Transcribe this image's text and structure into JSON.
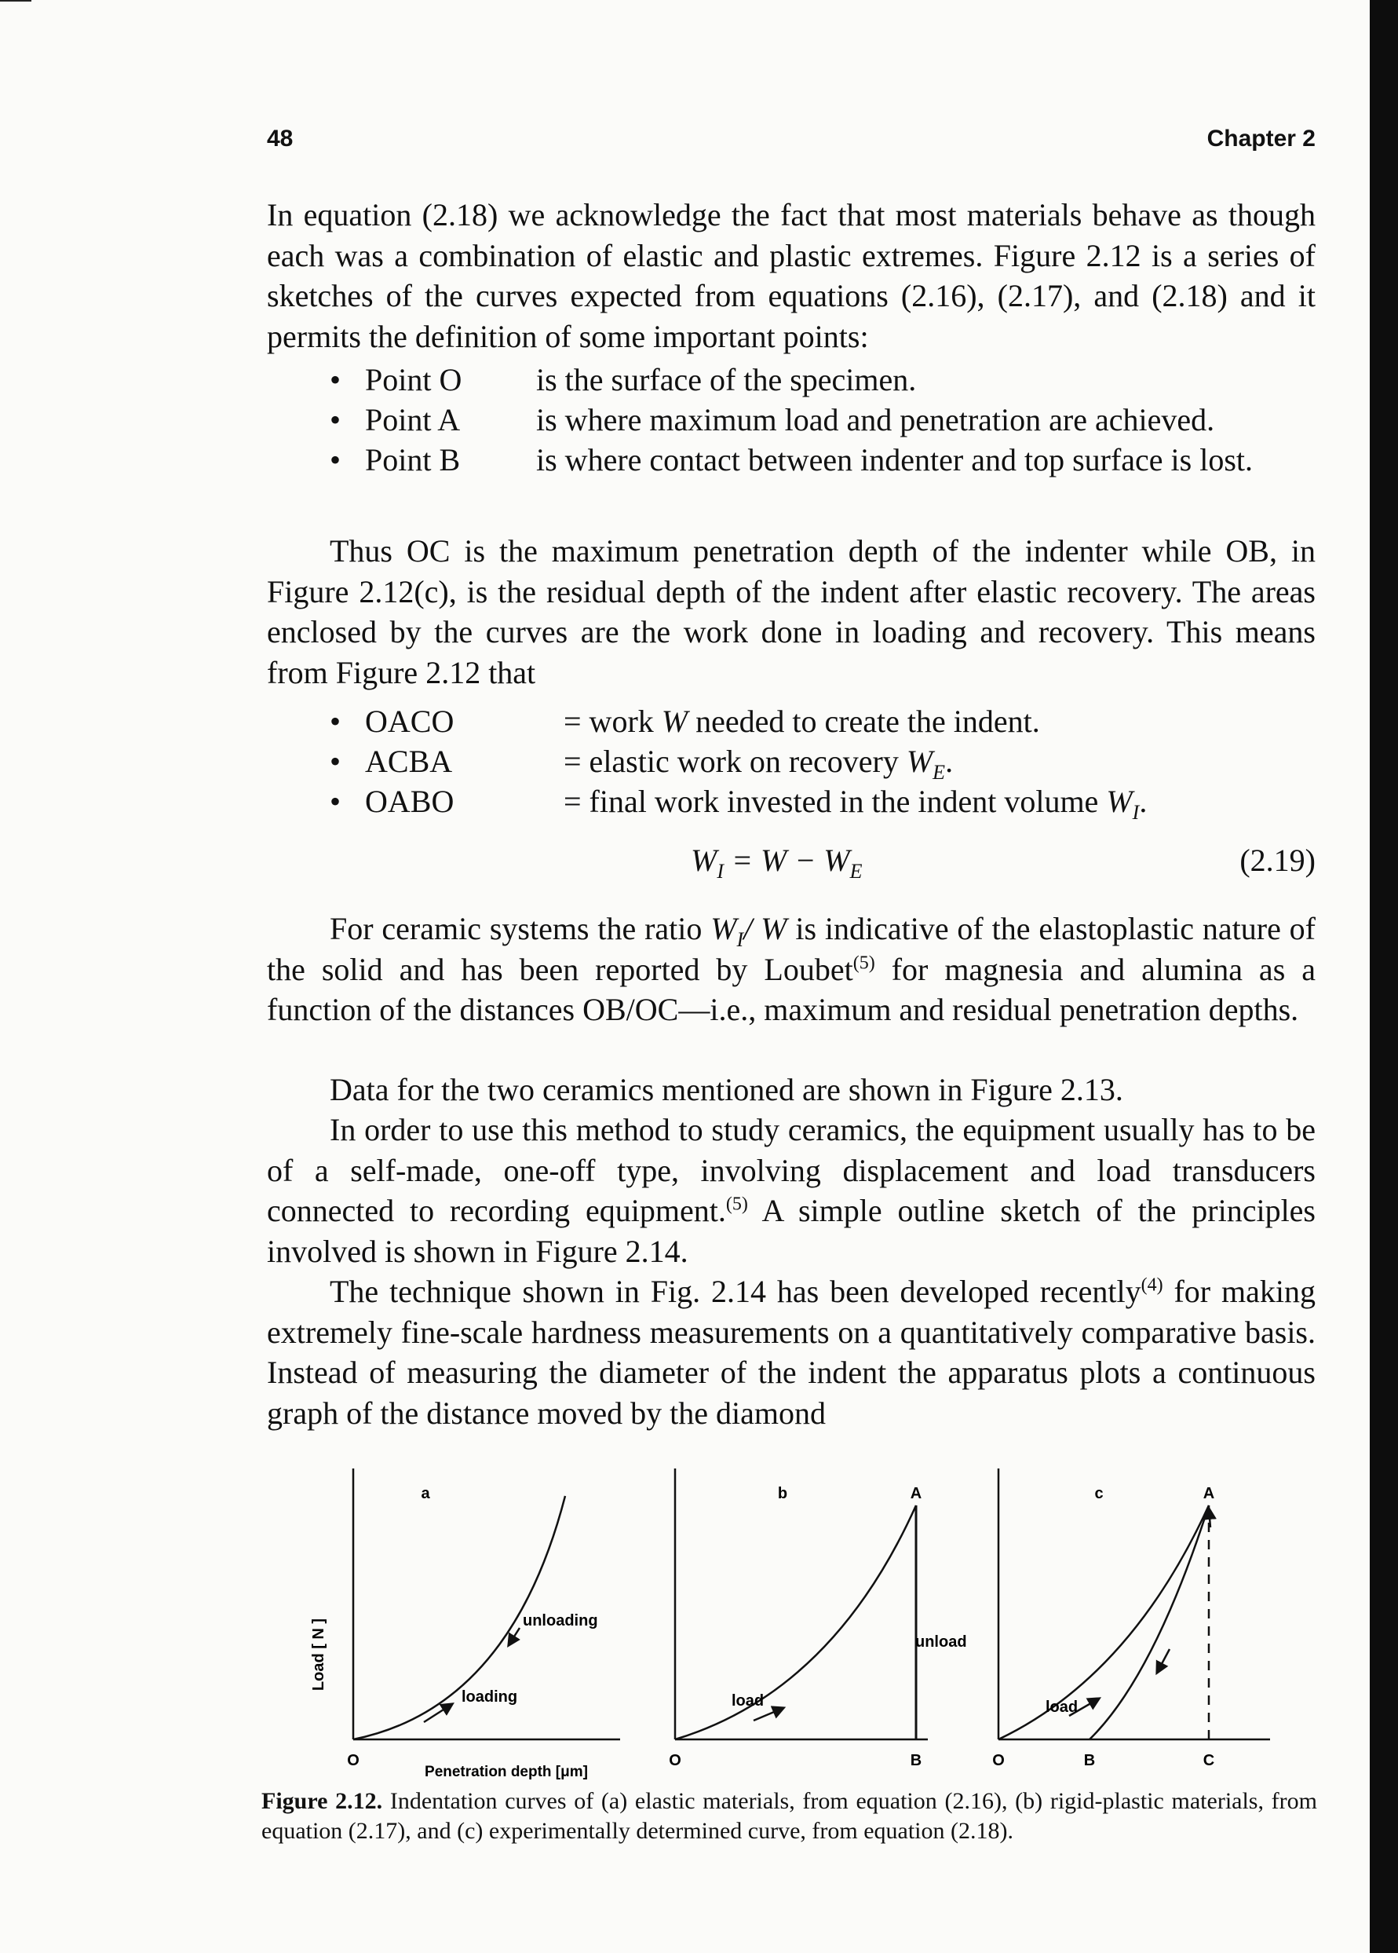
{
  "header": {
    "page_number": "48",
    "chapter": "Chapter 2"
  },
  "para1": "In equation (2.18) we acknowledge the fact that most materials behave as though each was a combination of elastic and plastic extremes. Figure 2.12 is a series of sketches of the curves expected from equations (2.16), (2.17), and (2.18) and it permits the definition of some important points:",
  "points": [
    {
      "term": "Point O",
      "def": "is the surface of the specimen."
    },
    {
      "term": "Point A",
      "def": "is where maximum load and penetration are achieved."
    },
    {
      "term": "Point B",
      "def": "is where contact between indenter and top surface is lost."
    }
  ],
  "para2": "Thus OC is the maximum penetration depth of the indenter while OB, in Figure 2.12(c), is the residual depth of the indent after elastic recovery. The areas enclosed by the curves are the work done in loading and recovery. This means from Figure 2.12 that",
  "works": [
    {
      "term": "OACO",
      "def_pre": "= work ",
      "def_var": "W",
      "def_sub": "",
      "def_post": " needed to create the indent."
    },
    {
      "term": "ACBA",
      "def_pre": "= elastic work on recovery ",
      "def_var": "W",
      "def_sub": "E",
      "def_post": "."
    },
    {
      "term": "OABO",
      "def_pre": "= final work invested in the indent volume ",
      "def_var": "W",
      "def_sub": "I",
      "def_post": "."
    }
  ],
  "equation": {
    "lhs": "W",
    "lhs_sub": "I",
    "mid": " = W − W",
    "rhs_sub": "E",
    "number": "(2.19)"
  },
  "para3": {
    "a": "For ceramic systems the ratio ",
    "ratio": "W",
    "ratio_sub": "I",
    "ratio_post": "/ W",
    "b": " is indicative of the elastoplastic nature of the solid and has been reported by Loubet",
    "ref": "(5)",
    "c": " for magnesia and alumina as a function of the distances OB/OC—i.e., maximum and residual penetration depths."
  },
  "para4": "Data for the two ceramics mentioned are shown in Figure 2.13.",
  "para5": {
    "a": "In order to use this method to study ceramics, the equipment usually has to be of a self-made, one-off type, involving displacement and load transducers connected to recording equipment.",
    "ref": "(5)",
    "b": " A simple outline sketch of the principles involved is shown in Figure 2.14."
  },
  "para6": {
    "a": "The technique shown in Fig. 2.14 has been developed recently",
    "ref": "(4)",
    "b": " for making extremely fine-scale hardness measurements on a quantitatively comparative basis. Instead of measuring the diameter of the indent the apparatus plots a continuous graph of the distance moved by the diamond"
  },
  "figure": {
    "ylabel": "Load [ N ]",
    "xlabel": "Penetration depth [μm]",
    "panel_a": {
      "label": "a",
      "origin": "O",
      "unloading": "unloading",
      "loading": "loading"
    },
    "panel_b": {
      "label": "b",
      "A": "A",
      "origin": "O",
      "B": "B",
      "load": "load",
      "unload": "unload"
    },
    "panel_c": {
      "label": "c",
      "A": "A",
      "origin": "O",
      "B": "B",
      "C": "C",
      "load": "load"
    }
  },
  "caption": {
    "label": "Figure 2.12.",
    "text": " Indentation curves of (a) elastic materials, from equation (2.16), (b) rigid-plastic materials, from equation (2.17), and (c) experimentally determined curve, from equation (2.18)."
  }
}
